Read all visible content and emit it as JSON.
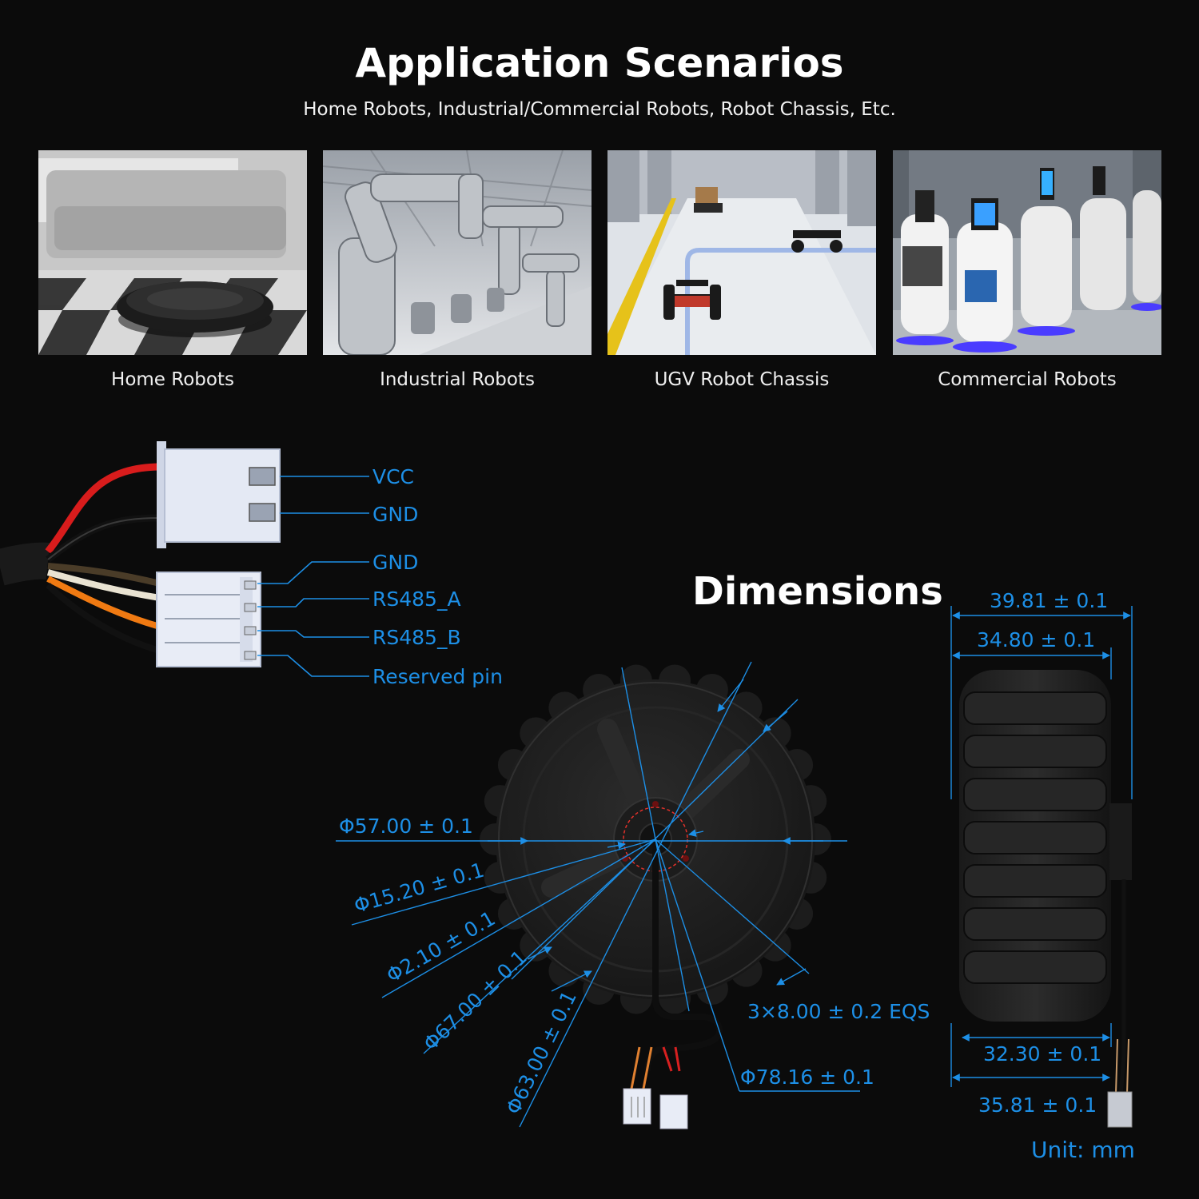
{
  "header": {
    "title": "Application Scenarios",
    "subtitle": "Home Robots, Industrial/Commercial Robots, Robot Chassis, Etc."
  },
  "scenarios": [
    {
      "label": "Home Robots",
      "icon": "robot-vacuum-photo"
    },
    {
      "label": "Industrial Robots",
      "icon": "robot-arm-photo"
    },
    {
      "label": "UGV Robot Chassis",
      "icon": "ugv-chassis-photo"
    },
    {
      "label": "Commercial Robots",
      "icon": "service-robot-photo"
    }
  ],
  "pinout": {
    "power": [
      "VCC",
      "GND"
    ],
    "signal": [
      "GND",
      "RS485_A",
      "RS485_B",
      "Reserved pin"
    ]
  },
  "dimensions": {
    "title": "Dimensions",
    "front": [
      "Φ57.00 ± 0.1",
      "Φ15.20 ± 0.1",
      "Φ2.10 ± 0.1",
      "Φ67.00 ± 0.1",
      "Φ63.00 ± 0.1",
      "Φ78.16 ± 0.1",
      "3×8.00 ± 0.2 EQS"
    ],
    "side": [
      "39.81 ± 0.1",
      "34.80 ± 0.1",
      "32.30 ± 0.1",
      "35.81 ± 0.1"
    ],
    "unit": "Unit: mm"
  },
  "colors": {
    "accent": "#1d8fe6",
    "background": "#0b0b0b"
  }
}
